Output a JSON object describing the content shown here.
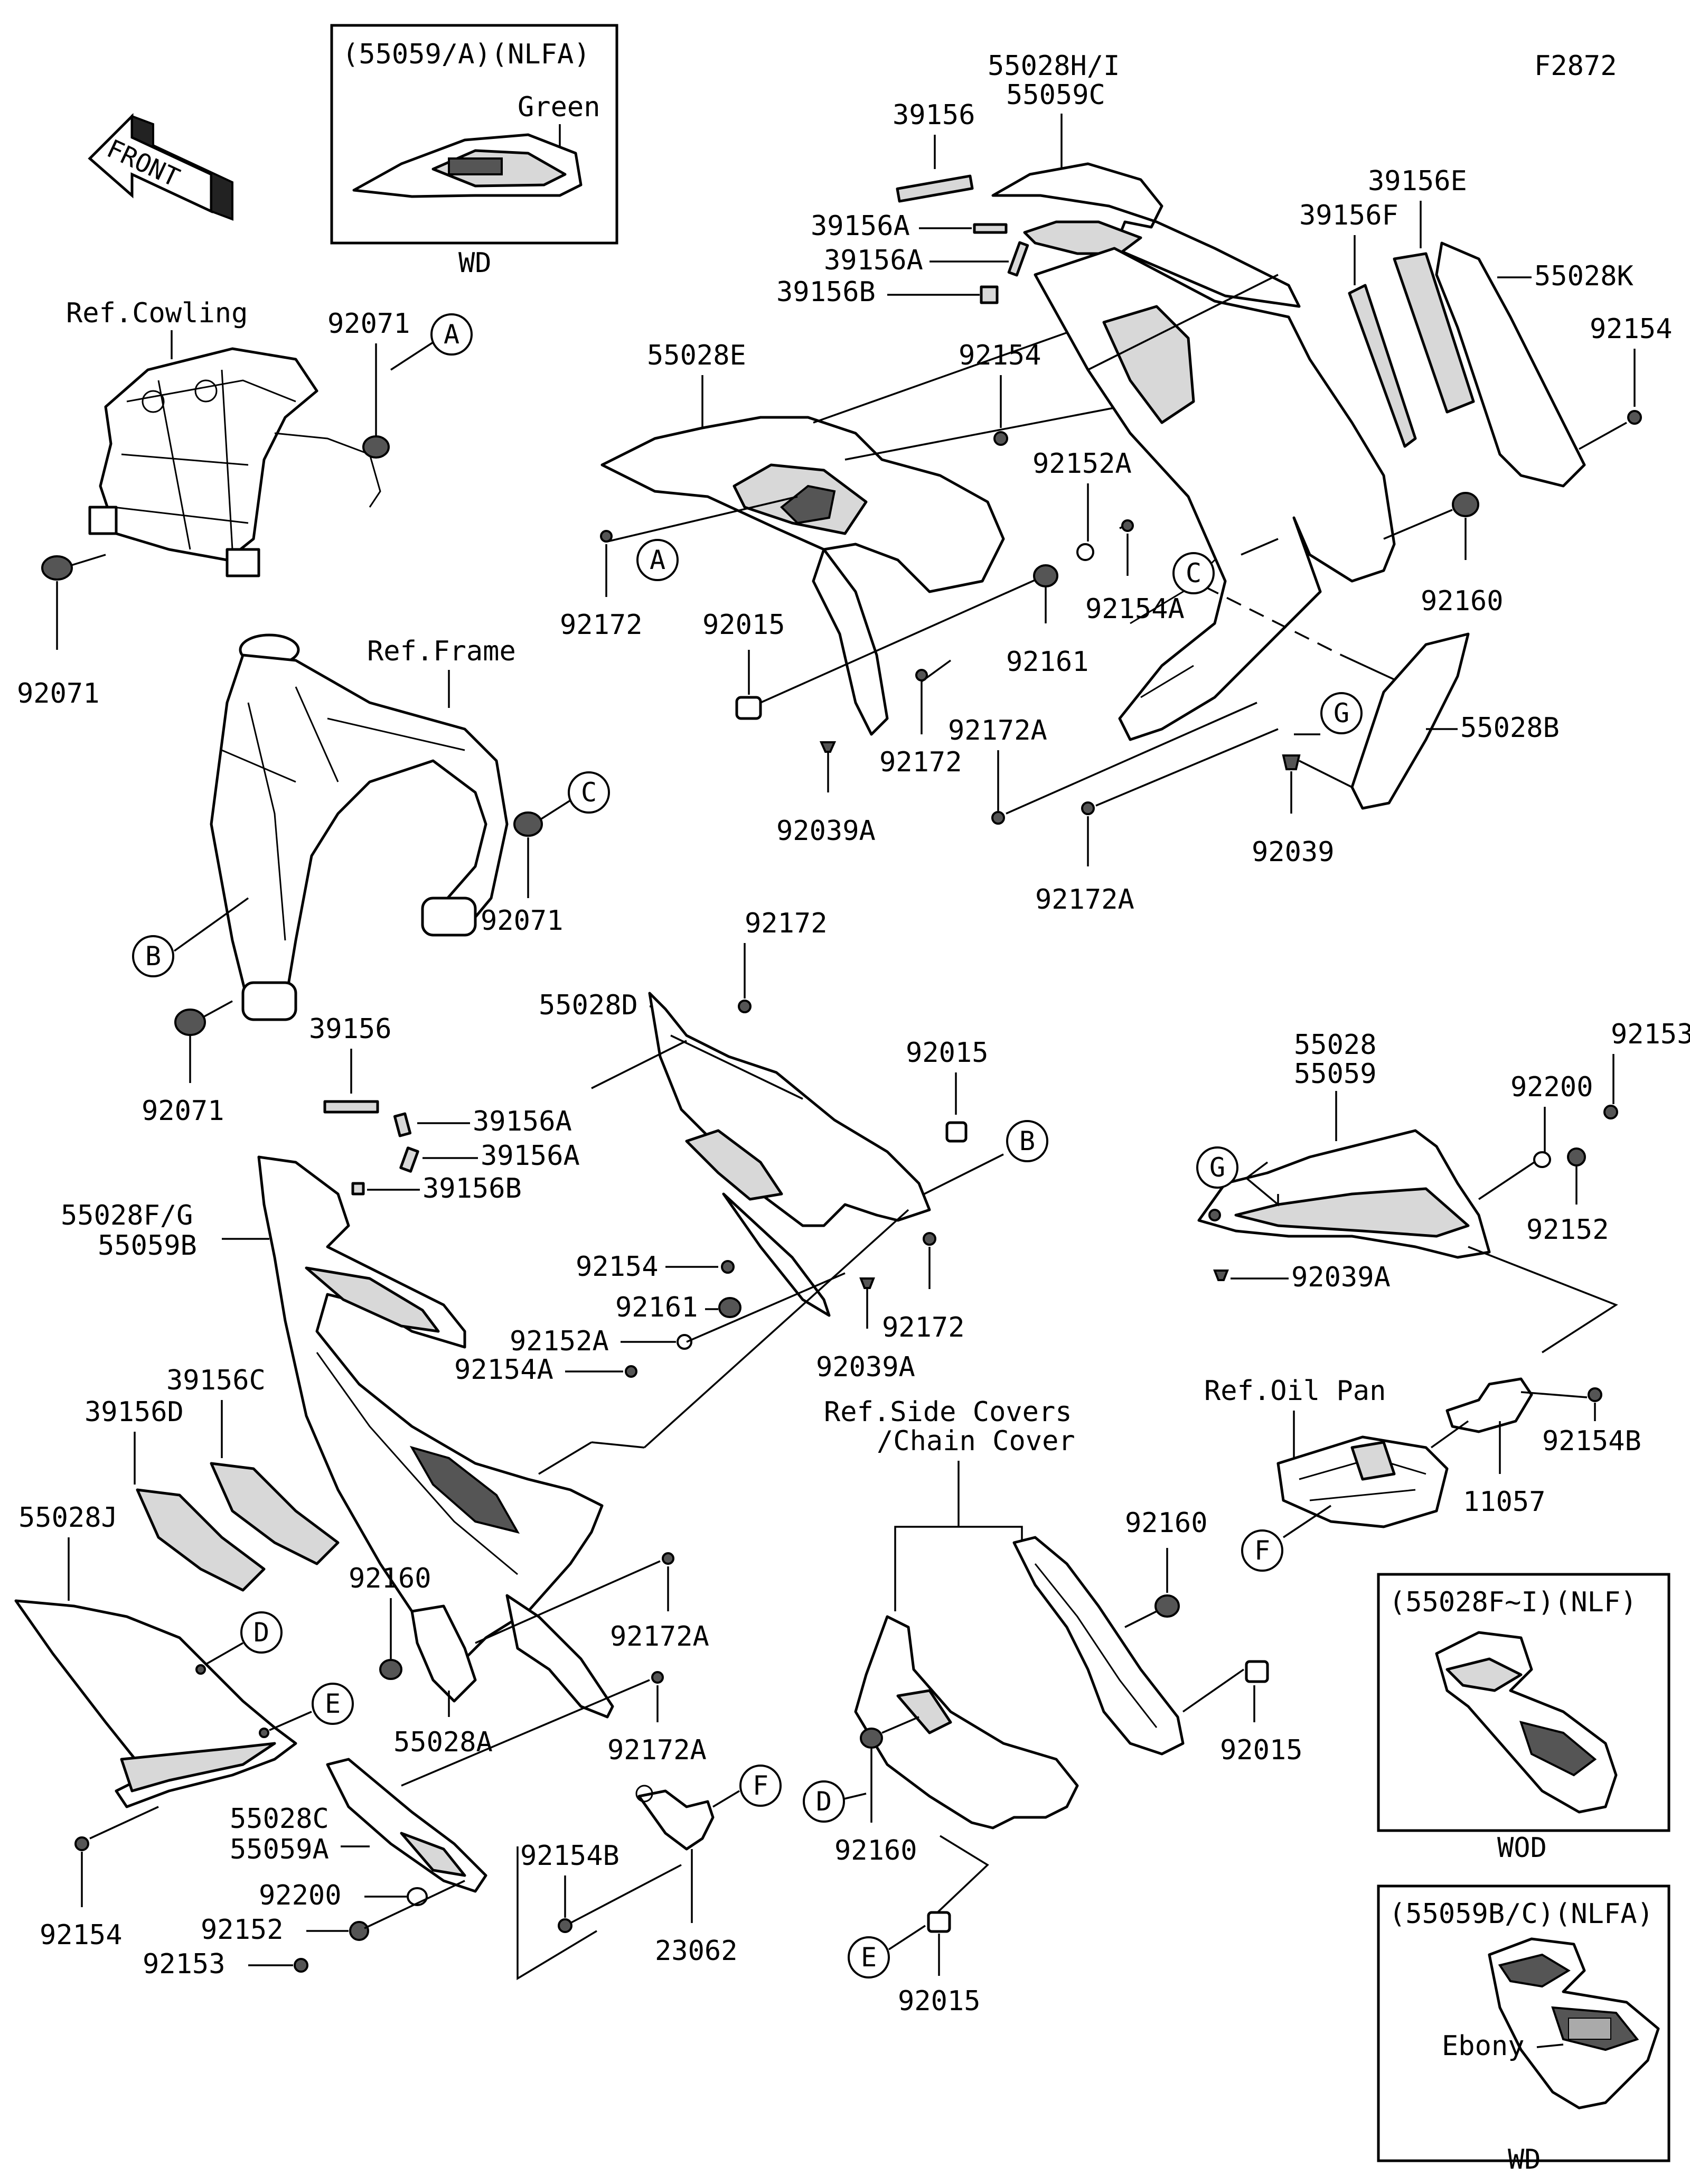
{
  "figure_code": "F2872",
  "front_arrow": {
    "text": "FRONT"
  },
  "insets": [
    {
      "id": "inset-nlfa",
      "title": "(55059/A)(NLFA)",
      "color_label": "Green",
      "caption": "WD"
    },
    {
      "id": "inset-nlf",
      "title": "(55028F~I)(NLF)",
      "caption": "WOD"
    },
    {
      "id": "inset-nlfa-2",
      "title": "(55059B/C)(NLFA)",
      "color_label": "Ebony",
      "caption": "WD"
    }
  ],
  "references": {
    "cowling": "Ref.Cowling",
    "frame": "Ref.Frame",
    "oil_pan": "Ref.Oil Pan",
    "side_covers_1": "Ref.Side Covers",
    "side_covers_2": "/Chain Cover"
  },
  "callouts": {
    "a": "A",
    "b": "B",
    "c": "C",
    "d": "D",
    "e": "E",
    "f": "F",
    "g": "G"
  },
  "parts": {
    "p55028h_i": "55028H/I",
    "p55059c": "55059C",
    "p39156_top": "39156",
    "p39156a_1": "39156A",
    "p39156a_2": "39156A",
    "p39156b_1": "39156B",
    "p39156e": "39156E",
    "p39156f": "39156F",
    "p55028k": "55028K",
    "p92154_tr": "92154",
    "p92071_top": "92071",
    "p92071_left": "92071",
    "p92071_mid": "92071",
    "p92071_bot": "92071",
    "p55028e": "55028E",
    "p92154_mid": "92154",
    "p92152a_top": "92152A",
    "p92172_1": "92172",
    "p92015_1": "92015",
    "p92161_1": "92161",
    "p92154a_1": "92154A",
    "p92160_1": "92160",
    "p92172_2": "92172",
    "p92172a_1": "92172A",
    "p92039a_1": "92039A",
    "p92172a_2": "92172A",
    "p55028b": "55028B",
    "p92039": "92039",
    "p92172_3": "92172",
    "p55028d": "55028D",
    "p92015_2": "92015",
    "p39156_mid": "39156",
    "p39156a_3": "39156A",
    "p39156a_4": "39156A",
    "p39156b_2": "39156B",
    "p55028f_g": "55028F/G",
    "p55059b": "55059B",
    "p92154_2": "92154",
    "p92161_2": "92161",
    "p92152a_2": "92152A",
    "p92154a_2": "92154A",
    "p92172_4": "92172",
    "p92039a_2": "92039A",
    "p55028": "55028",
    "p55059": "55059",
    "p92153_tr": "92153",
    "p92200_tr": "92200",
    "p92152_tr": "92152",
    "p92039a_3": "92039A",
    "p92154b_1": "92154B",
    "p11057": "11057",
    "p39156c": "39156C",
    "p39156d": "39156D",
    "p55028j": "55028J",
    "p92160_2": "92160",
    "p92172a_3": "92172A",
    "p55028a": "55028A",
    "p92172a_4": "92172A",
    "p55028c": "55028C",
    "p55059a": "55059A",
    "p92154b_2": "92154B",
    "p92200_bl": "92200",
    "p92152_bl": "92152",
    "p92153_bl": "92153",
    "p23062": "23062",
    "p92154_bl": "92154",
    "p92160_3": "92160",
    "p92015_3": "92015",
    "p92160_4": "92160",
    "p92015_4": "92015"
  }
}
